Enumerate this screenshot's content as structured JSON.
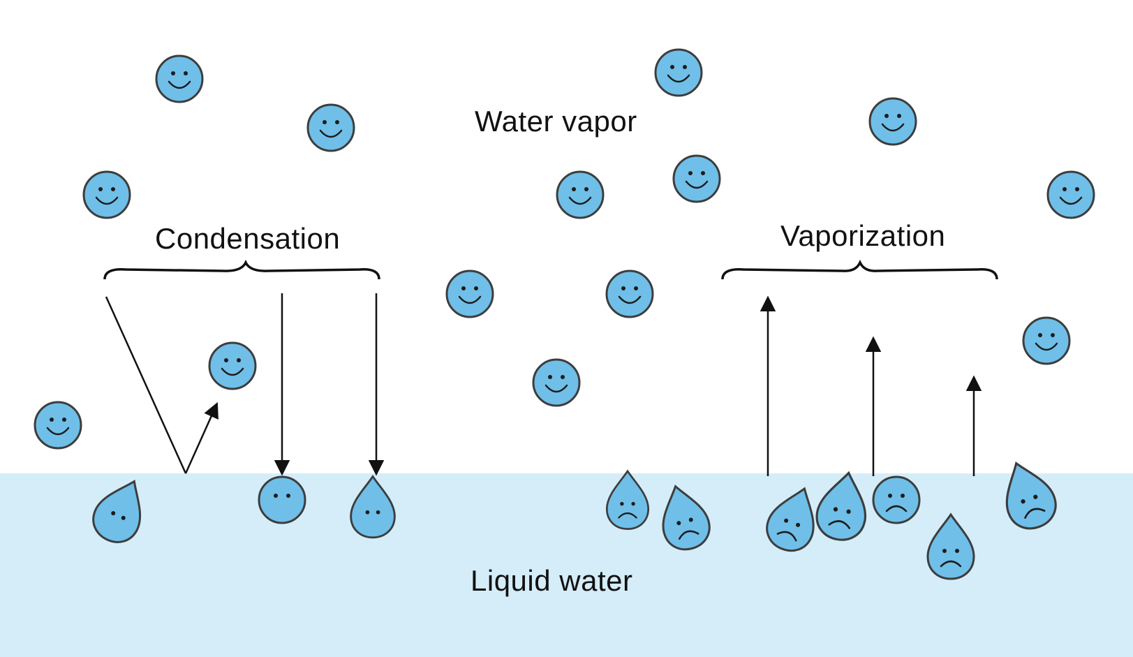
{
  "labels": {
    "vapor_region": "Water vapor",
    "condensation": "Condensation",
    "vaporization": "Vaporization",
    "liquid_region": "Liquid water"
  },
  "colors": {
    "liquid": "#d4edf9",
    "molecule_fill": "#6fbfe9",
    "molecule_outline": "#3d3d3d",
    "ink": "#111111"
  },
  "legend_icons": {
    "vapor_molecule": "happy-face-icon",
    "liquid_molecule": "sad-face-icon",
    "landing_molecule": "neutral-face-icon"
  }
}
